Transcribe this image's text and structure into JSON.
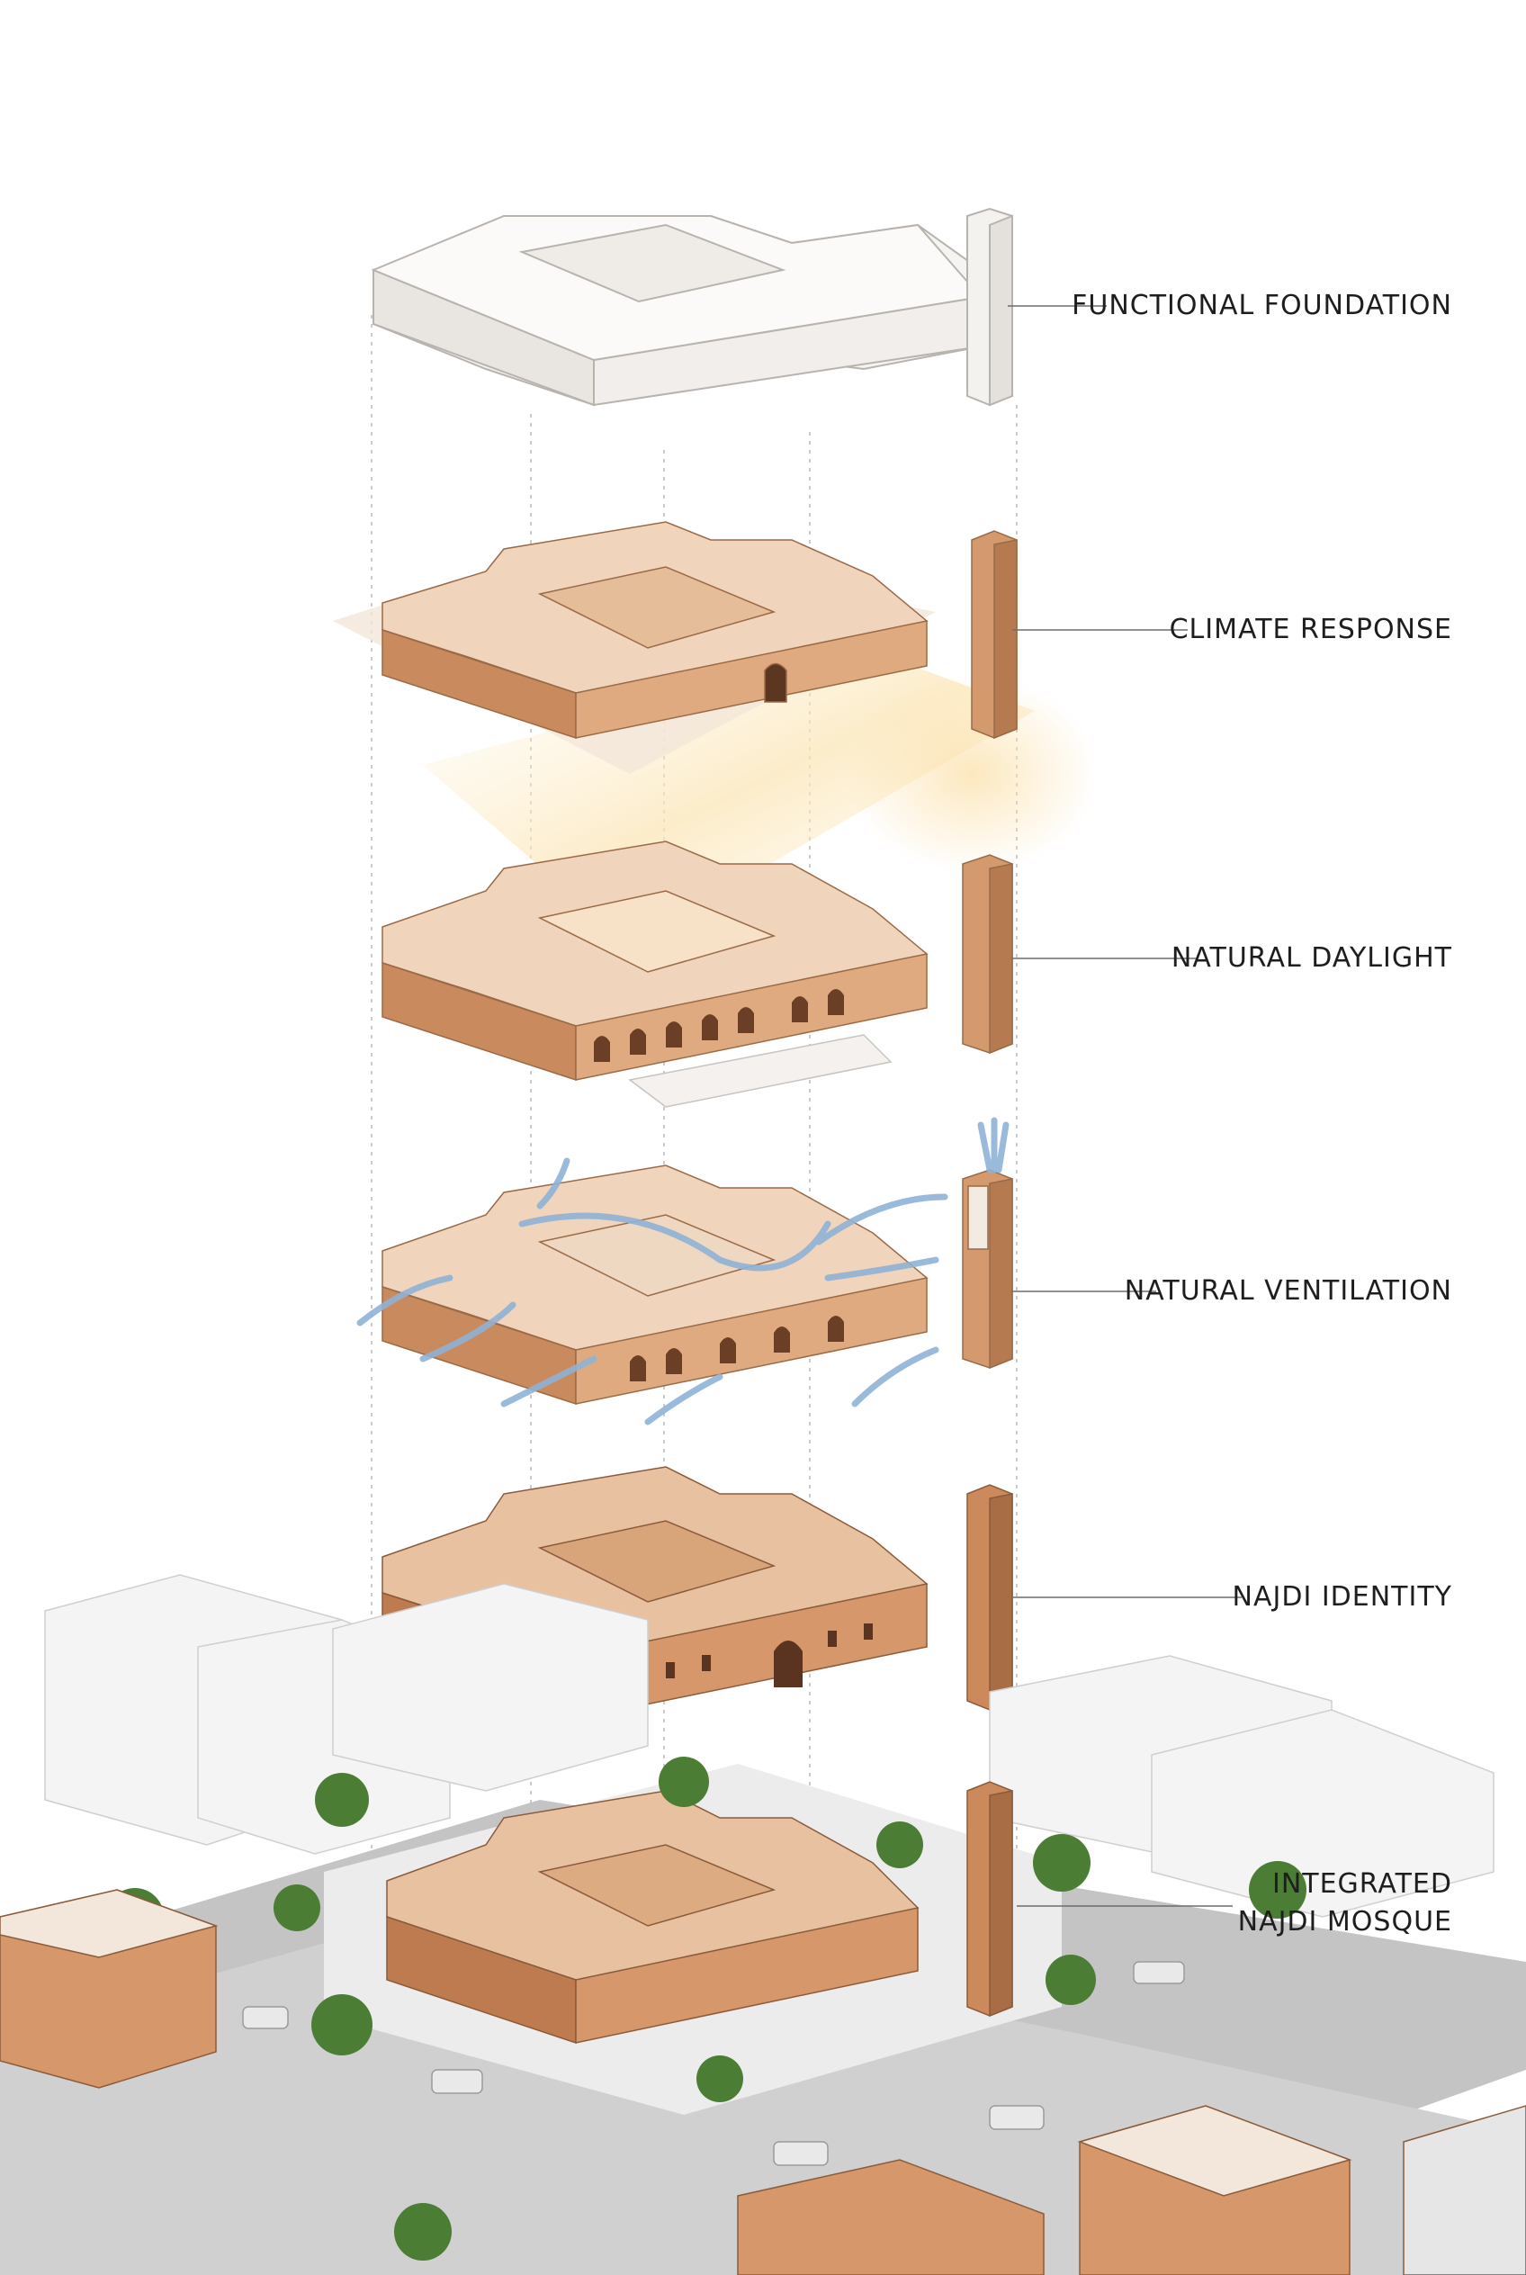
{
  "layers": [
    {
      "id": "functional-foundation",
      "label": "FUNCTIONAL FOUNDATION"
    },
    {
      "id": "climate-response",
      "label": "CLIMATE RESPONSE"
    },
    {
      "id": "natural-daylight",
      "label": "NATURAL DAYLIGHT"
    },
    {
      "id": "natural-ventilation",
      "label": "NATURAL VENTILATION"
    },
    {
      "id": "najdi-identity",
      "label": "NAJDI IDENTITY"
    },
    {
      "id": "integrated",
      "label_line1": "INTEGRATED",
      "label_line2": "NAJDI MOSQUE"
    }
  ],
  "colors": {
    "white_massing": "#f6f4f2",
    "mud_wall_light": "#e0aa80",
    "mud_wall_shade": "#c98a5e",
    "mud_roof": "#f0d4bb",
    "air_flow": "#8fb3d6",
    "road": "#bdbdbd",
    "vegetation": "#4c7d34"
  }
}
